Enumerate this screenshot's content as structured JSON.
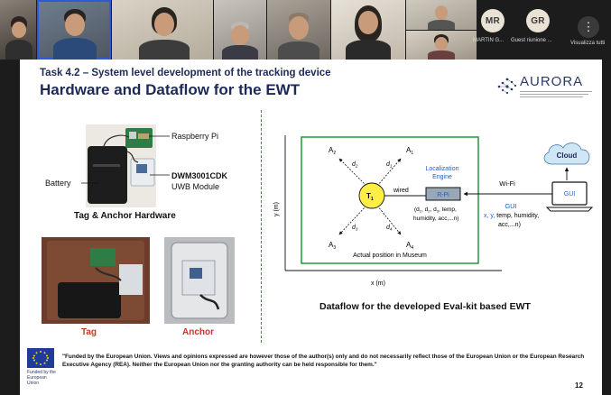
{
  "participants": {
    "avatars": [
      {
        "initials": "MR",
        "name": "MARTIN G..."
      },
      {
        "initials": "GR",
        "name": "Guest riunione ..."
      }
    ],
    "more_label": "Visualizza tutti",
    "more_icon": "ellipsis-icon"
  },
  "slide": {
    "task": "Task 4.2 – System level development of the tracking device",
    "title": "Hardware and Dataflow for the EWT",
    "logo_word": "AURORA",
    "labels": {
      "raspberry": "Raspberry Pi",
      "battery": "Battery",
      "dwm": "DWM3001CDK",
      "uwb": "UWB Module"
    },
    "captions": {
      "hardware": "Tag & Anchor Hardware",
      "tag": "Tag",
      "anchor": "Anchor",
      "dataflow": "Dataflow for the developed Eval-kit based EWT"
    },
    "diagram": {
      "axis_y": "y (m)",
      "axis_x": "x (m)",
      "museum": "Actual position in Museum",
      "tag": "T",
      "tag_sub": "1",
      "anchors": [
        {
          "label": "A",
          "sub": "2"
        },
        {
          "label": "A",
          "sub": "1"
        },
        {
          "label": "A",
          "sub": "3"
        },
        {
          "label": "A",
          "sub": "4"
        }
      ],
      "distances": [
        {
          "label": "d",
          "sub": "2"
        },
        {
          "label": "d",
          "sub": "1"
        },
        {
          "label": "d",
          "sub": "3"
        },
        {
          "label": "d",
          "sub": "4"
        }
      ],
      "wired": "wired",
      "engine_line1": "Localization",
      "engine_line2": "Engine",
      "rpi": "R-Pi",
      "payload_prefix": "(d",
      "payload_rest": "temp,",
      "payload_line2": "humidity, acc,...n)",
      "wifi": "Wi-Fi",
      "cloud": "Cloud",
      "gui_box": "GUI",
      "gui_title": "GUI",
      "gui_line1_xy": "x, y,",
      "gui_line1_rest": " temp, humidity,",
      "gui_line2": "acc,...n)"
    },
    "footer": {
      "funded": "Funded by the European Union",
      "disclaimer": "\"Funded by the European Union. Views and opinions expressed are however those of the author(s) only and do not necessarily reflect those of the European Union or the European Research Executive Agency (REA). Neither the European Union nor the granting authority can be held responsible for them.\"",
      "page": "12"
    }
  },
  "colors": {
    "title_navy": "#1d2a57",
    "divider_red": "#d0453a",
    "museum_green": "#2ea043",
    "engine_blue": "#1f5fbf",
    "tag_yellow": "#ffee44",
    "eu_blue": "#1f3c9a"
  }
}
